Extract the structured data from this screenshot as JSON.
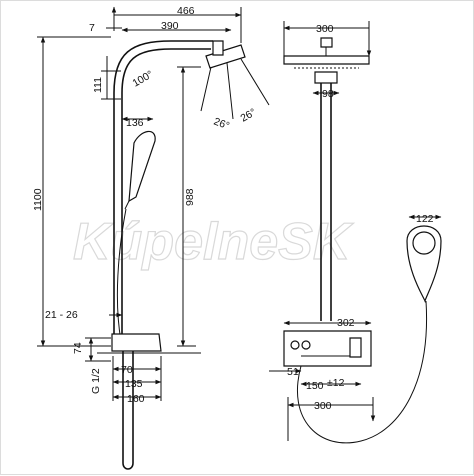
{
  "watermark": "KúpelneSK",
  "dimensions": {
    "d466": "466",
    "d7": "7",
    "d390": "390",
    "d100deg": "100°",
    "d111": "111",
    "d136": "136",
    "d1100": "1100",
    "d988": "988",
    "d26a": "26°",
    "d26b": "26°",
    "d21_26": "21 - 26",
    "d74": "74",
    "dG12": "G 1/2",
    "d70": "70",
    "d135": "135",
    "d160": "160",
    "d300_head": "300",
    "d98": "98",
    "d302": "302",
    "d51": "51",
    "d150": "150",
    "d150tol": "±12",
    "d300_hose": "300",
    "d122": "122"
  }
}
